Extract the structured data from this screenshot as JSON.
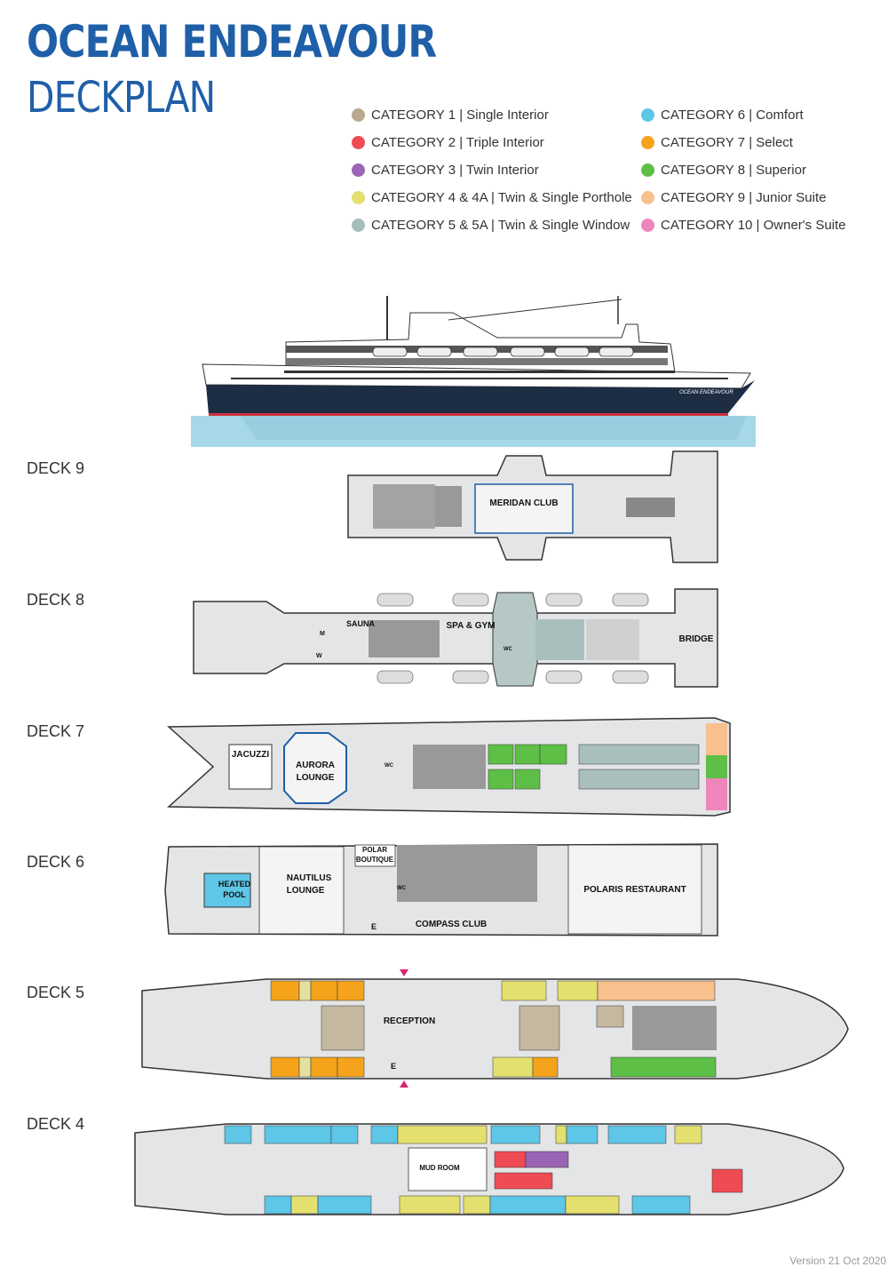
{
  "header": {
    "title": "OCEAN ENDEAVOUR",
    "subtitle": "DECKPLAN"
  },
  "legend": [
    {
      "label": "CATEGORY 1 | Single Interior",
      "color": "#b8a98f"
    },
    {
      "label": "CATEGORY 2 | Triple Interior",
      "color": "#ee4b55"
    },
    {
      "label": "CATEGORY 3 | Twin Interior",
      "color": "#9b65b5"
    },
    {
      "label": "CATEGORY 4 & 4A | Twin & Single Porthole",
      "color": "#e4e06f"
    },
    {
      "label": "CATEGORY 5 & 5A | Twin & Single Window",
      "color": "#a5bdbb"
    },
    {
      "label": "CATEGORY 6 | Comfort",
      "color": "#5ec6e6"
    },
    {
      "label": "CATEGORY 7 | Select",
      "color": "#f5a31a"
    },
    {
      "label": "CATEGORY 8 | Superior",
      "color": "#5ebf46"
    },
    {
      "label": "CATEGORY 9 | Junior Suite",
      "color": "#f8c08d"
    },
    {
      "label": "CATEGORY 10 | Owner's Suite",
      "color": "#ee85bb"
    }
  ],
  "ship": {
    "name": "OCEAN ENDEAVOUR"
  },
  "decks": {
    "deck9": {
      "label": "DECK 9",
      "areas": {
        "meridan_club": "MERIDAN CLUB"
      }
    },
    "deck8": {
      "label": "DECK 8",
      "areas": {
        "spa_gym": "SPA & GYM",
        "bridge": "BRIDGE",
        "sauna": "SAUNA",
        "wc": "WC",
        "m": "M",
        "w": "W"
      }
    },
    "deck7": {
      "label": "DECK 7",
      "areas": {
        "jacuzzi": "JACUZZI",
        "aurora_1": "AURORA",
        "aurora_2": "LOUNGE",
        "wc": "WC"
      }
    },
    "deck6": {
      "label": "DECK 6",
      "areas": {
        "heated_1": "HEATED",
        "heated_2": "POOL",
        "nautilus_1": "NAUTILUS",
        "nautilus_2": "LOUNGE",
        "polar_1": "POLAR",
        "polar_2": "BOUTIQUE",
        "compass_club": "COMPASS CLUB",
        "polaris_restaurant": "POLARIS RESTAURANT",
        "wc": "WC",
        "e": "E"
      }
    },
    "deck5": {
      "label": "DECK 5",
      "areas": {
        "reception": "RECEPTION",
        "e": "E"
      }
    },
    "deck4": {
      "label": "DECK 4",
      "areas": {
        "mud_room": "MUD ROOM"
      }
    }
  },
  "footer": {
    "version": "Version 21 Oct 2020"
  }
}
